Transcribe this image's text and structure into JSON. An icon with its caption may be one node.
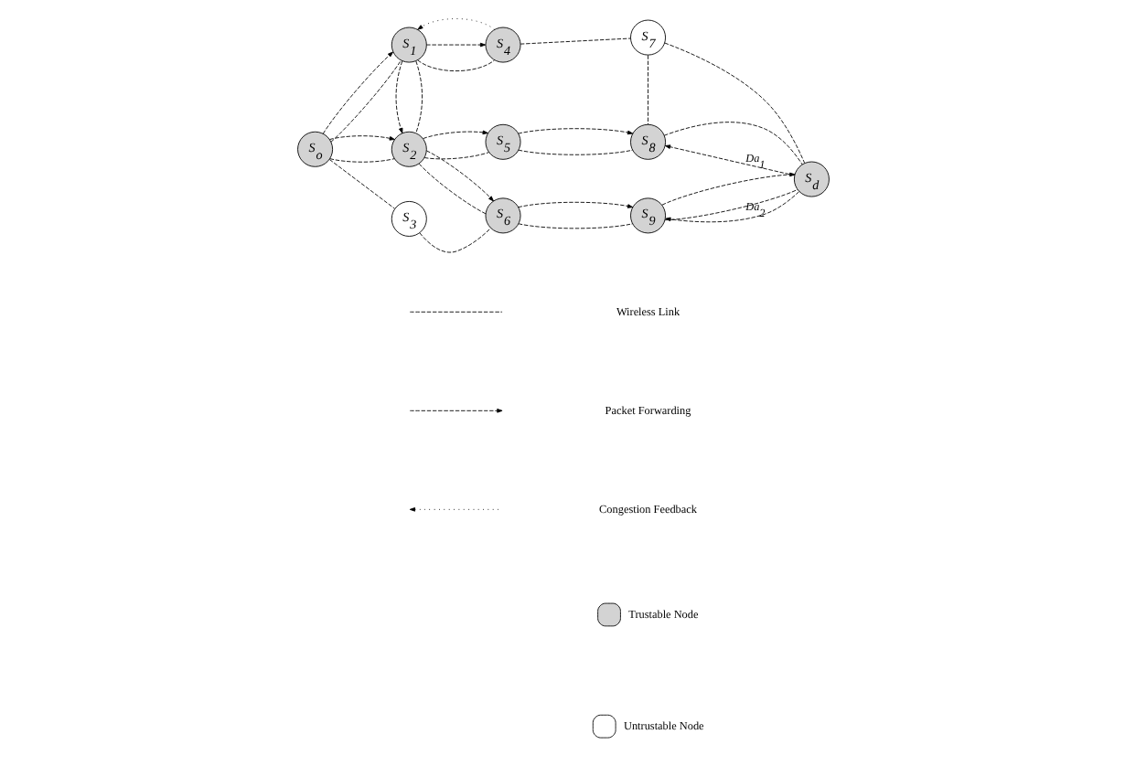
{
  "diagram": {
    "nodes": [
      {
        "text": [
          "S$_{o}$"
        ]
      },
      {
        "text": [
          "S$_{1}$"
        ]
      },
      {
        "text": [
          "S$_{2}$"
        ]
      },
      {
        "text": [
          "S$_{3}$"
        ]
      },
      {
        "text": [
          "S$_{4}$"
        ]
      },
      {
        "text": [
          "S$_{5}$"
        ]
      },
      {
        "text": [
          "S$_{6}$"
        ]
      },
      {
        "text": [
          "S$_{7}$"
        ]
      },
      {
        "text": [
          "S$_{8}$"
        ]
      },
      {
        "text": [
          "S$_{9}$"
        ]
      },
      {
        "text": [
          "S$_{d}$"
        ]
      }
    ],
    "edges": [
      {
        "from": 0,
        "to": 1,
        "arrow": "none",
        "style": "dashed"
      },
      {
        "from": 0,
        "to": 1,
        "arrow": "to",
        "style": "dashed"
      },
      {
        "from": 0,
        "to": 2,
        "arrow": "none",
        "style": "dashed"
      },
      {
        "from": 0,
        "to": 2,
        "arrow": "to",
        "style": "dashed"
      },
      {
        "from": 0,
        "to": 3,
        "arrow": "none",
        "style": "dashed"
      },
      {
        "from": 1,
        "to": 4,
        "arrow": "none",
        "style": "dashed"
      },
      {
        "from": 1,
        "to": 4,
        "arrow": "to",
        "style": "dashed"
      },
      {
        "from": 4,
        "to": 1,
        "arrow": "to"
      },
      {
        "from": 1,
        "to": 2,
        "arrow": "none",
        "style": "dashed"
      },
      {
        "from": 1,
        "to": 2,
        "arrow": "to",
        "style": "dashed"
      },
      {
        "from": 2,
        "to": 5,
        "arrow": "none",
        "style": "dashed"
      },
      {
        "from": 2,
        "to": 5,
        "arrow": "to",
        "style": "dashed"
      },
      {
        "from": 2,
        "to": 6,
        "arrow": "none",
        "style": "dashed"
      },
      {
        "from": 2,
        "to": 6,
        "arrow": "to",
        "style": "dashed"
      },
      {
        "from": 3,
        "to": 6,
        "arrow": "none",
        "style": "dashed"
      },
      {
        "from": 4,
        "to": 7,
        "arrow": "none",
        "style": "dashed"
      },
      {
        "from": 5,
        "to": 8,
        "arrow": "none",
        "style": "dashed"
      },
      {
        "from": 5,
        "to": 8,
        "arrow": "to",
        "style": "dashed"
      },
      {
        "from": 6,
        "to": 9,
        "arrow": "none",
        "style": "dashed"
      },
      {
        "from": 6,
        "to": 9,
        "arrow": "to",
        "style": "dashed"
      },
      {
        "from": 7,
        "to": 8,
        "arrow": "none",
        "style": "dashed"
      },
      {
        "from": 7,
        "to": 10,
        "arrow": "none",
        "style": "dashed"
      },
      {
        "from": 8,
        "to": 10,
        "arrow": "none",
        "style": "dashed"
      },
      {
        "from": 10,
        "to": 8,
        "arrow": "to",
        "style": "dashed",
        "label": "Da$_{1}$"
      },
      {
        "from": 9,
        "to": 10,
        "arrow": "none",
        "style": "dashed"
      },
      {
        "from": 9,
        "to": 10,
        "arrow": "to",
        "style": "dashed"
      },
      {
        "from": 10,
        "to": 9,
        "arrow": "to",
        "style": "dashed",
        "label": "Da$_{2}$"
      }
    ],
    "legend": [
      {
        "text": "Wireless Link"
      },
      {
        "text": "Packet Forwarding"
      },
      {
        "text": "Congestion Feedback"
      },
      {
        "text": "Trustable Node",
        "color": "#d3d3d3"
      },
      {
        "text": "Untrustable Node",
        "color": "#ffffff"
      }
    ]
  }
}
